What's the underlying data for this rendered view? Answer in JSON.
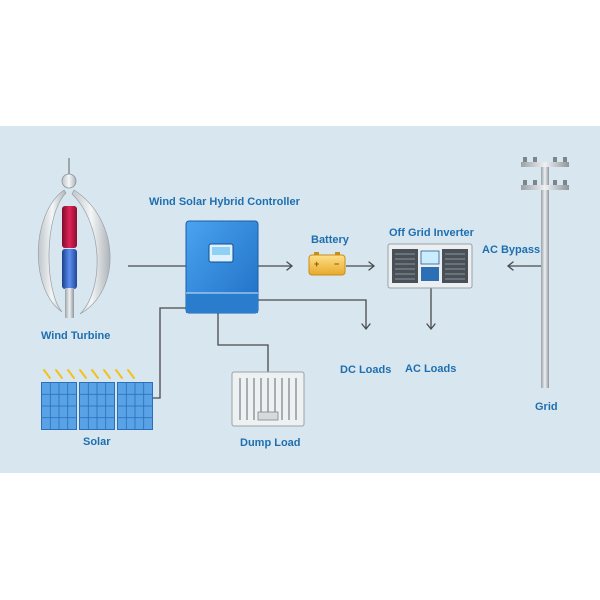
{
  "labels": {
    "controller": "Wind Solar Hybrid Controller",
    "battery": "Battery",
    "inverter": "Off Grid Inverter",
    "ac_bypass": "AC Bypass",
    "wind_turbine": "Wind Turbine",
    "dc_loads": "DC Loads",
    "ac_loads": "AC Loads",
    "grid": "Grid",
    "solar": "Solar",
    "dump_load": "Dump Load"
  },
  "battery_terminals": {
    "plus": "+",
    "minus": "−"
  },
  "colors": {
    "background": "#d7e6ef",
    "label_text": "#1f6fb0",
    "wire": "#4a4a4a",
    "controller": "#2f86d6",
    "battery": "#f3c24a",
    "solar_cell": "#5aa2e6",
    "turbine_red": "#c8184a",
    "turbine_blue": "#3b6fd0"
  }
}
